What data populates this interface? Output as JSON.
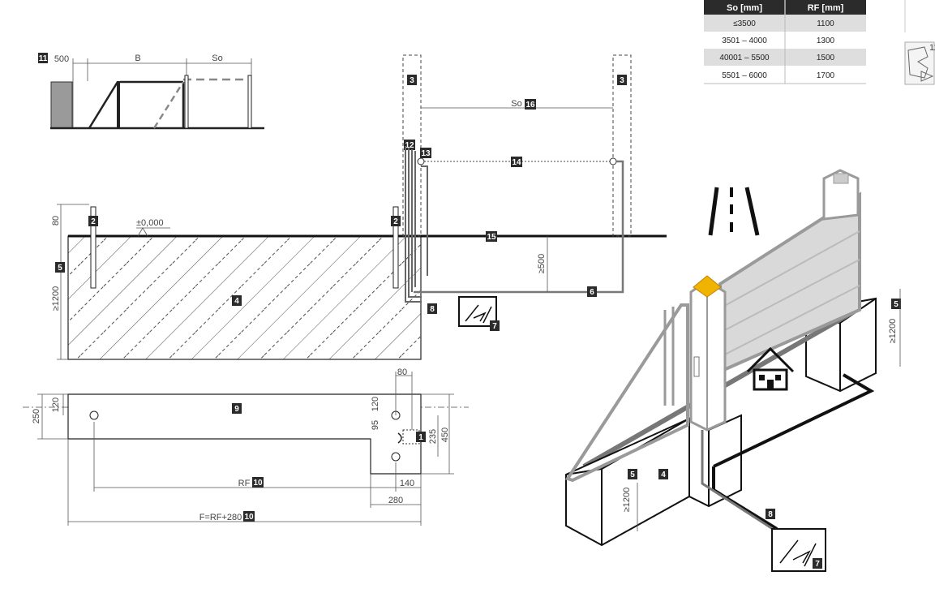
{
  "table": {
    "headers": [
      "So [mm]",
      "RF [mm]"
    ],
    "rows": [
      [
        "≤3500",
        "1100"
      ],
      [
        "3501 – 4000",
        "1300"
      ],
      [
        "40001 – 5500",
        "1500"
      ],
      [
        "5501 – 6000",
        "1700"
      ]
    ]
  },
  "side_badge": "11",
  "top_left": {
    "tag": "11",
    "dim_500": "500",
    "dim_b": "B",
    "dim_so": "So"
  },
  "section": {
    "tags": {
      "t2": "2",
      "t3": "3",
      "t4": "4",
      "t5": "5",
      "t6": "6",
      "t7": "7",
      "t8": "8",
      "t12": "12",
      "t13": "13",
      "t14": "14",
      "t15": "15",
      "t16": "16"
    },
    "dim_80": "80",
    "level": "±0,000",
    "dim_ge1200": "≥1200",
    "dim_ge500": "≥500",
    "so_label": "So"
  },
  "plan": {
    "tags": {
      "t1": "1",
      "t9": "9",
      "t10a": "10",
      "t10b": "10"
    },
    "dim_80": "80",
    "dim_120_left": "120",
    "dim_250": "250",
    "dim_120_right": "120",
    "dim_95": "95",
    "dim_235": "235",
    "dim_450": "450",
    "dim_140": "140",
    "dim_280": "280",
    "rf_label": "RF",
    "f_label": "F=RF+280"
  },
  "iso": {
    "tags": {
      "t4": "4",
      "t5a": "5",
      "t5b": "5",
      "t7": "7",
      "t8": "8"
    },
    "dim_ge1200_a": "≥1200",
    "dim_ge1200_b": "≥1200"
  },
  "colors": {
    "dark": "#2b2b2b",
    "gate_gray": "#9a9a9a",
    "panel_fill": "#d9d9d9",
    "header_fill": "#2b2b2b",
    "row_alt": "#dedede",
    "lamp": "#f0b400"
  }
}
